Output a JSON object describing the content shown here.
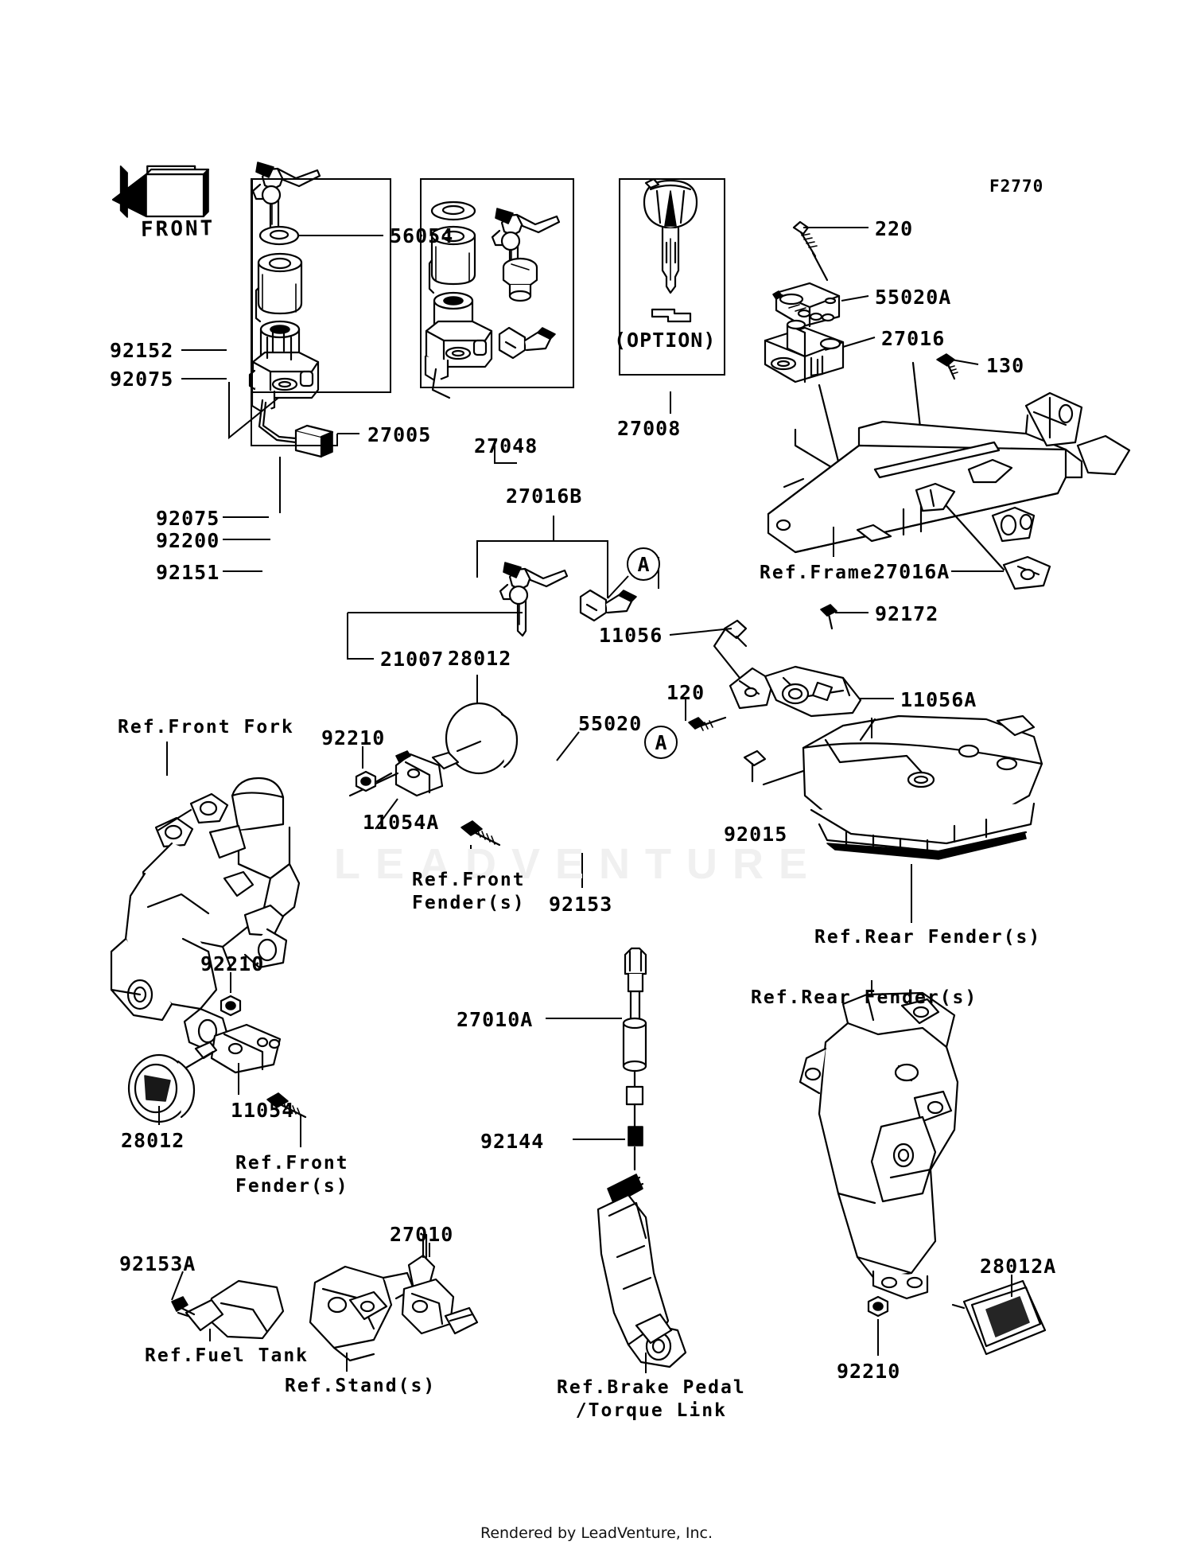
{
  "diagram": {
    "code": "F2770",
    "footer_credit": "Rendered by LeadVenture, Inc.",
    "watermark_text": "LEADVENTURE",
    "front_arrow_label": "FRONT",
    "option_label": "(OPTION)",
    "callout_letter_a": "A"
  },
  "part_numbers": {
    "p56054": "56054",
    "p92152": "92152",
    "p92075_top": "92075",
    "p27005": "27005",
    "p27048": "27048",
    "p27008": "27008",
    "p220": "220",
    "p55020A": "55020A",
    "p27016": "27016",
    "p130": "130",
    "p27016A": "27016A",
    "p92075_mid": "92075",
    "p92200": "92200",
    "p92151": "92151",
    "p21007": "21007",
    "p27016B": "27016B",
    "p11056": "11056",
    "p120": "120",
    "p92172": "92172",
    "p11056A": "11056A",
    "p28012_top": "28012",
    "p92210_top": "92210",
    "p55020": "55020",
    "p92015": "92015",
    "p11054A": "11054A",
    "p92153": "92153",
    "p92210_mid": "92210",
    "p11054": "11054",
    "p28012_mid": "28012",
    "p27010A": "27010A",
    "p92144": "92144",
    "p28012A": "28012A",
    "p92210_bot": "92210",
    "p92153A": "92153A",
    "p27010": "27010"
  },
  "ref_labels": {
    "frame": "Ref.Frame",
    "front_fork": "Ref.Front Fork",
    "front_fender_1": "Ref.Front\nFender(s)",
    "front_fender_2": "Ref.Front\nFender(s)",
    "rear_fender_1": "Ref.Rear Fender(s)",
    "rear_fender_2": "Ref.Rear Fender(s)",
    "fuel_tank": "Ref.Fuel Tank",
    "stand": "Ref.Stand(s)",
    "brake_pedal": "Ref.Brake Pedal\n/Torque Link"
  }
}
